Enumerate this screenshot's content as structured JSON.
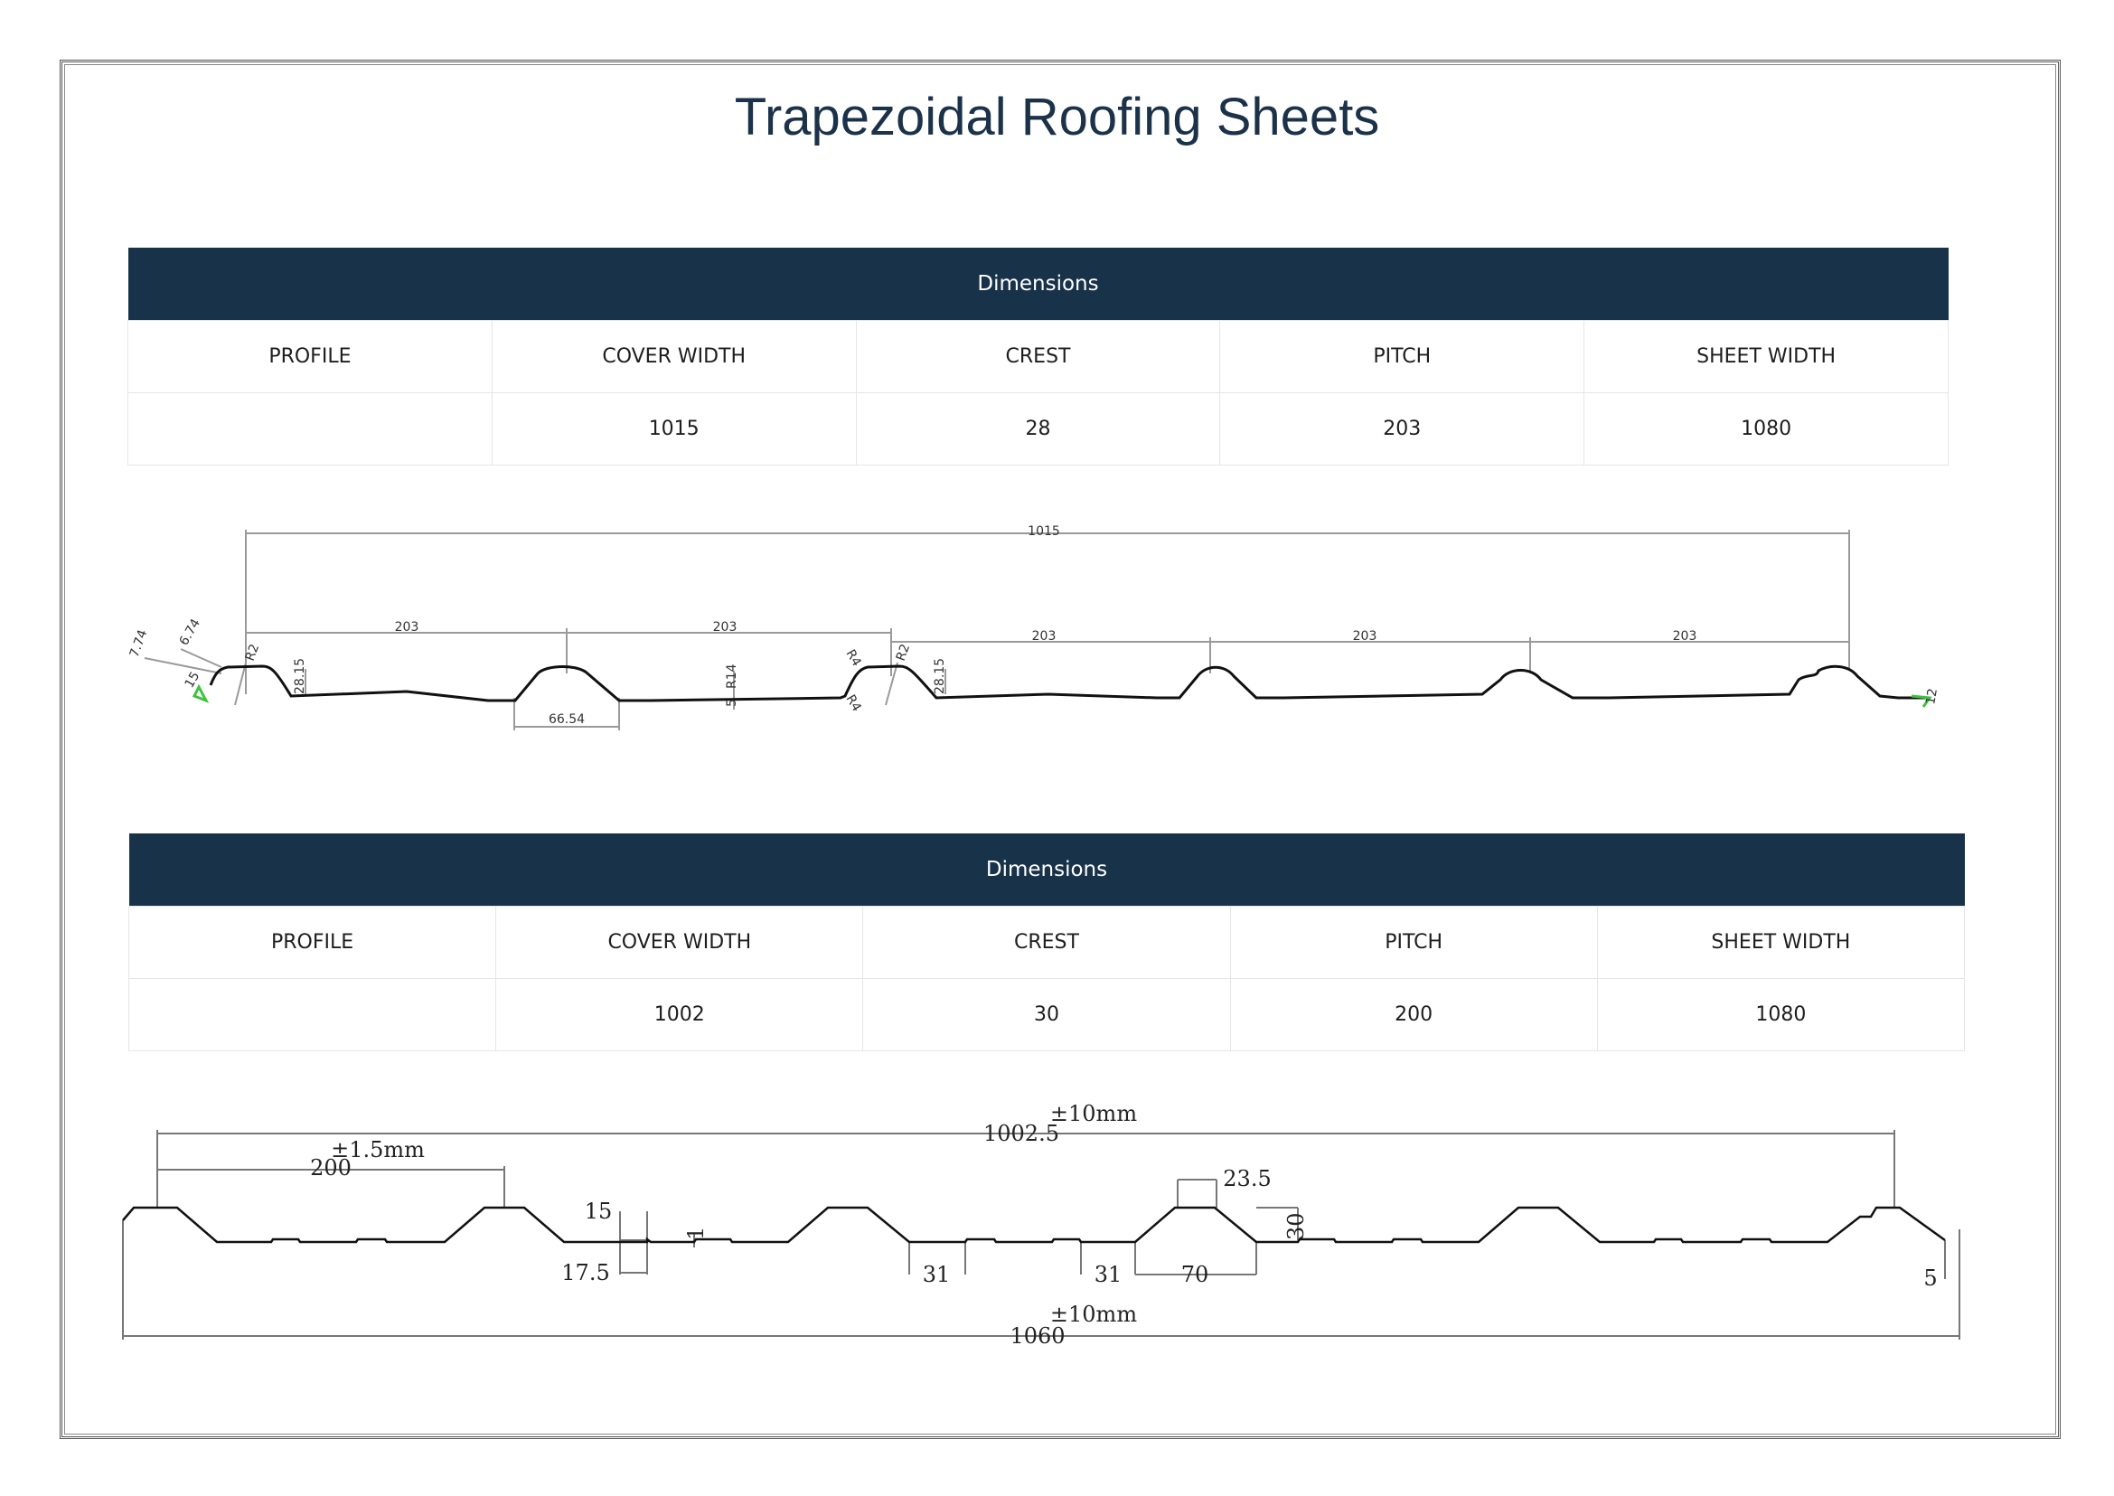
{
  "document": {
    "title": "Trapezoidal Roofing Sheets"
  },
  "tables": [
    {
      "header": "Dimensions",
      "columns": [
        "PROFILE",
        "COVER WIDTH",
        "CREST",
        "PITCH",
        "SHEET WIDTH"
      ],
      "row": [
        "",
        "1015",
        "28",
        "203",
        "1080"
      ]
    },
    {
      "header": "Dimensions",
      "columns": [
        "PROFILE",
        "COVER WIDTH",
        "CREST",
        "PITCH",
        "SHEET WIDTH"
      ],
      "row": [
        "",
        "1002",
        "30",
        "200",
        "1080"
      ]
    }
  ],
  "drawing1": {
    "overall": "1015",
    "pitch": "203",
    "height": "28.15",
    "base": "66.54",
    "rib": "5",
    "rib_r": "R14",
    "left_a": "7.74",
    "left_b": "6.74",
    "left_c": "15",
    "radius_r2": "R2",
    "radius_r4": "R4",
    "end_label": "12"
  },
  "drawing2": {
    "overall": "1002.5",
    "overall_tol": "±10mm",
    "pitch": "200",
    "pitch_tol": "±1.5mm",
    "rib_h": "15",
    "rib_w": "17.5",
    "rib_d": "1",
    "crest": "23.5",
    "height": "30",
    "pan_a": "31",
    "pan_b": "31",
    "base": "70",
    "sheet": "1060",
    "sheet_tol": "±10mm",
    "edge": "5"
  },
  "colors": {
    "header_bg": "#183249",
    "title": "#1b3249",
    "accent_green": "#3cc43c"
  }
}
